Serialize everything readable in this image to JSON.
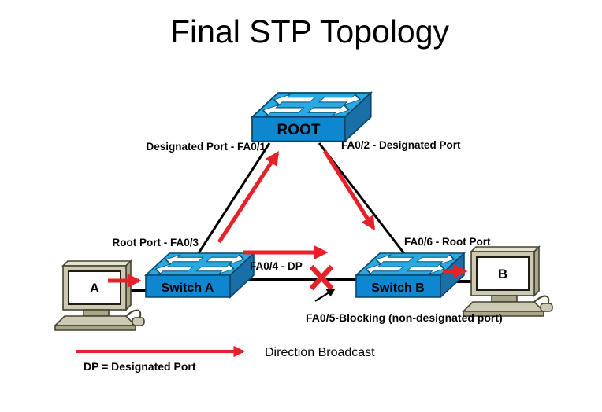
{
  "title": "Final STP Topology",
  "nodes": {
    "root_switch": {
      "label": "ROOT"
    },
    "switch_a": {
      "label": "Switch A"
    },
    "switch_b": {
      "label": "Switch B"
    },
    "pc_a": {
      "label": "A"
    },
    "pc_b": {
      "label": "B"
    }
  },
  "port_labels": {
    "fa01": "Designated Port - FA0/1",
    "fa02": "FA0/2 - Designated Port",
    "fa03": "Root Port - FA0/3",
    "fa04": "FA0/4 - DP",
    "fa05": "FA0/5-Blocking (non-designated port)",
    "fa06": "FA0/6 - Root Port"
  },
  "legend": {
    "direction_label": "Direction Broadcast",
    "dp_definition": "DP = Designated Port"
  },
  "colors": {
    "arrow_red": "#e62128",
    "switch_top": "#29a9e1",
    "switch_front": "#0e86d0",
    "switch_side": "#1a6fa6",
    "pc_body": "#cdc9b3",
    "pc_shade": "#a8a58b",
    "pc_light": "#e6e3d1"
  }
}
